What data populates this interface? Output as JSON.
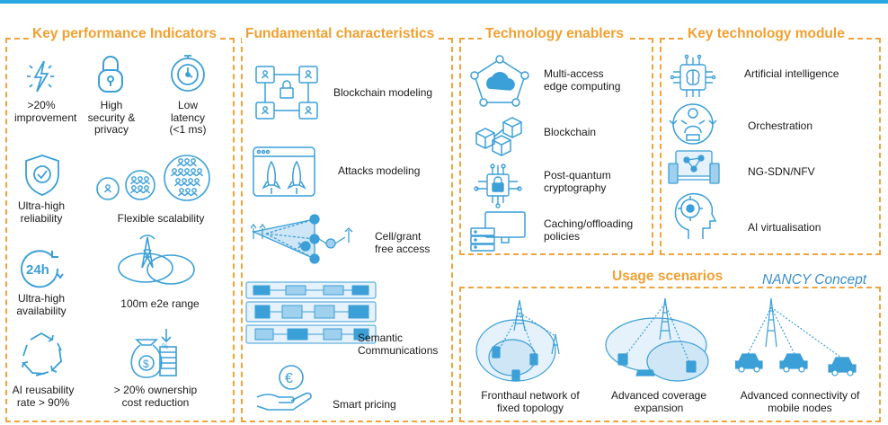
{
  "panels": {
    "kpi": {
      "title": "Key performance Indicators",
      "items": [
        {
          "label": ">20%\nimprovement",
          "icon": "lightning-bolt-icon"
        },
        {
          "label": "High\nsecurity &\nprivacy",
          "icon": "padlock-icon"
        },
        {
          "label": "Low\nlatency\n(<1 ms)",
          "icon": "stopwatch-icon"
        },
        {
          "label": "Ultra-high\nreliability",
          "icon": "shield-check-icon"
        },
        {
          "label": "Flexible scalability",
          "icon": "user-groups-icon"
        },
        {
          "label": "Ultra-high\navailability",
          "icon": "24h-icon"
        },
        {
          "label": "100m e2e range",
          "icon": "antenna-range-icon"
        },
        {
          "label": "AI reusability\nrate > 90%",
          "icon": "recycle-arrows-icon"
        },
        {
          "label": "> 20% ownership\ncost reduction",
          "icon": "money-bag-icon"
        }
      ]
    },
    "fundamental": {
      "title": "Fundamental characteristics",
      "items": [
        {
          "label": "Blockchain modeling",
          "icon": "blockchain-network-icon"
        },
        {
          "label": "Attacks modeling",
          "icon": "rockets-window-icon"
        },
        {
          "label": "Cell/grant\nfree access",
          "icon": "cell-free-access-icon"
        },
        {
          "label": "Semantic\nCommunications",
          "icon": "semantic-communications-icon"
        },
        {
          "label": "Smart pricing",
          "icon": "euro-hand-icon"
        }
      ]
    },
    "enablers": {
      "title": "Technology enablers",
      "items": [
        {
          "label": "Multi-access\nedge computing",
          "icon": "cloud-network-icon"
        },
        {
          "label": "Blockchain",
          "icon": "blocks-chain-icon"
        },
        {
          "label": "Post-quantum\ncryptography",
          "icon": "circuit-lock-icon"
        },
        {
          "label": "Caching/offloading\npolicies",
          "icon": "monitor-server-icon"
        }
      ]
    },
    "module": {
      "title": "Key technology module",
      "items": [
        {
          "label": "Artificial intelligence",
          "icon": "ai-chip-brain-icon"
        },
        {
          "label": "Orchestration",
          "icon": "orchestration-icon"
        },
        {
          "label": "NG-SDN/NFV",
          "icon": "sdn-network-icon"
        },
        {
          "label": "AI virtualisation",
          "icon": "ai-head-icon"
        }
      ]
    },
    "usage": {
      "title": "Usage scenarios",
      "items": [
        {
          "label": "Fronthaul network of\nfixed topology",
          "icon": "fronthaul-network-icon"
        },
        {
          "label": "Advanced coverage\nexpansion",
          "icon": "coverage-expansion-icon"
        },
        {
          "label": "Advanced connectivity of\nmobile nodes",
          "icon": "mobile-nodes-icon"
        }
      ]
    }
  },
  "concept_label": "NANCY Concept",
  "colors": {
    "accent_orange": "#f2a33a",
    "icon_blue": "#3b9fd8",
    "top_bar": "#29a8e0",
    "concept_blue": "#3a8fc8"
  }
}
